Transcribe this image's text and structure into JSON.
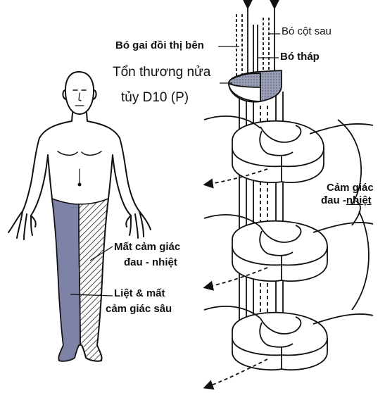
{
  "labels": {
    "posterior_column": "Bó cột sau",
    "spinothalamic_tract": "Bó gai đồi thị bên",
    "pyramidal_tract": "Bó tháp",
    "lesion_line1": "Tổn thương nửa",
    "lesion_line2": "tủy D10 (P)",
    "pain_temp_right_line1": "Cảm giác",
    "pain_temp_right_line2_prefix": "đau -",
    "pain_temp_right_line2_under": "nhiệt",
    "loss_pain_temp_line1": "Mất cảm giác",
    "loss_pain_temp_line2": "đau - nhiệt",
    "paralysis_line1": "Liệt & mất",
    "paralysis_line2": "cảm giác sâu"
  },
  "colors": {
    "ink": "#111111",
    "shaded_leg": "#7d82a6",
    "lesion_fill": "#8a8fa8",
    "background": "#ffffff"
  }
}
